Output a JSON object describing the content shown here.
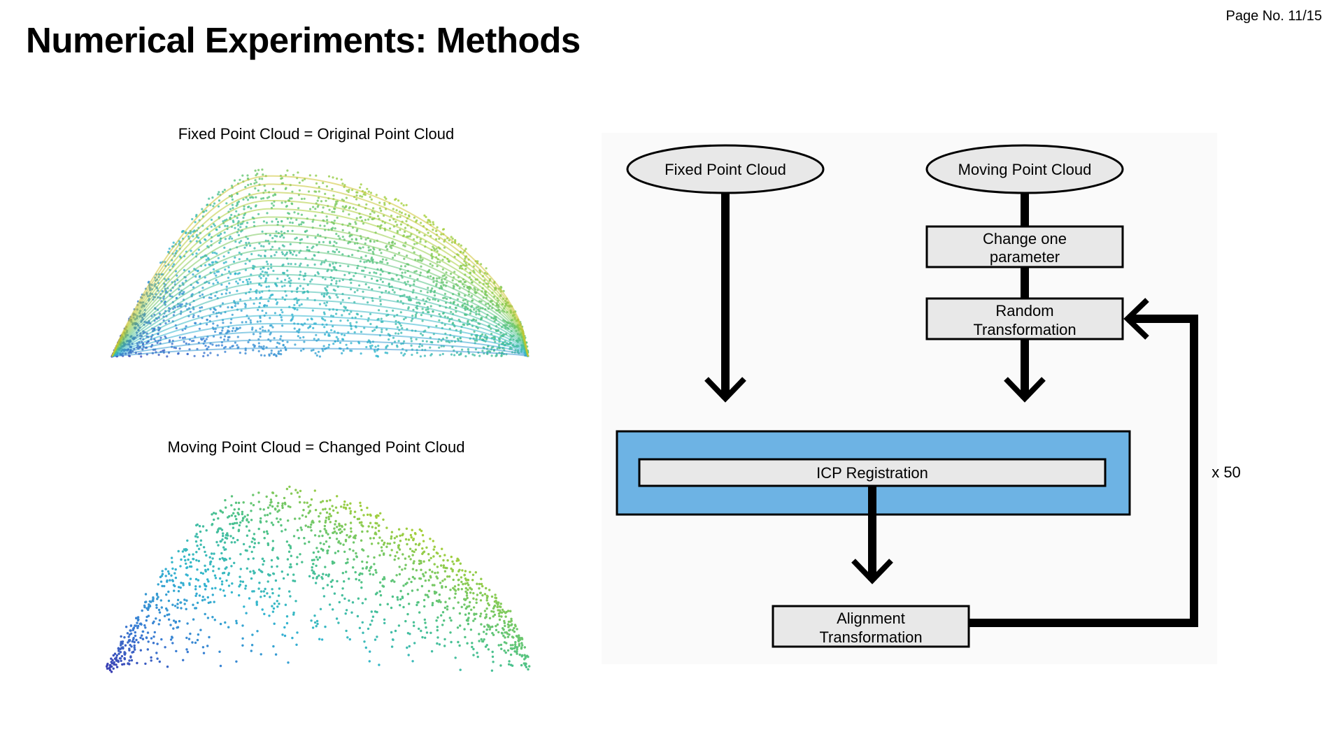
{
  "header": {
    "page_number": "Page No. 11/15",
    "title": "Numerical Experiments: Methods"
  },
  "clouds": {
    "fixed_caption": "Fixed Point Cloud = Original Point Cloud",
    "moving_caption": "Moving Point Cloud = Changed Point Cloud",
    "colormap": [
      "#3b2aa8",
      "#3a7fd4",
      "#33b6d0",
      "#4cc28a",
      "#a6cf3a",
      "#e9b92a"
    ]
  },
  "flowchart": {
    "fixed_label": "Fixed Point Cloud",
    "moving_label": "Moving Point Cloud",
    "change_param_line1": "Change one",
    "change_param_line2": "parameter",
    "random_line1": "Random",
    "random_line2": "Transformation",
    "icp_label": "ICP Registration",
    "alignment_line1": "Alignment",
    "alignment_line2": "Transformation",
    "loop_label": "x 50",
    "colors": {
      "box_fill": "#e8e8e8",
      "icp_container": "#6db3e4",
      "background": "#fafafa"
    }
  }
}
